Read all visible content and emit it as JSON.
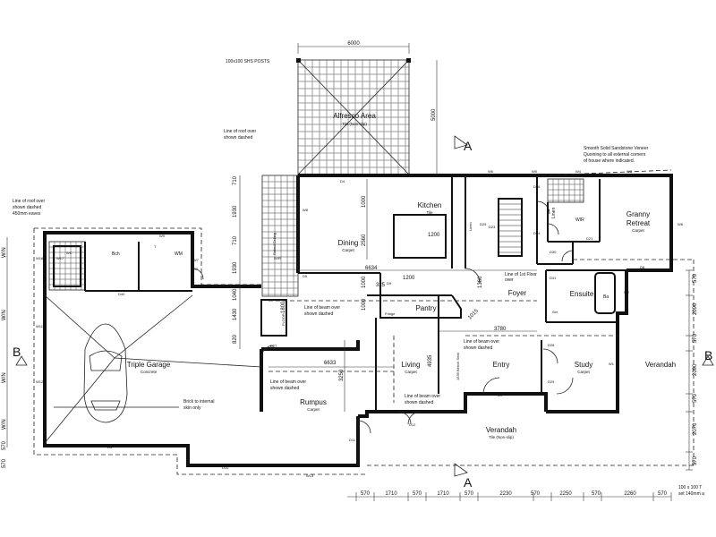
{
  "rooms": {
    "alfresco": {
      "name": "Alfresco Area",
      "finish": "Tile (Non-slip)"
    },
    "kitchen": {
      "name": "Kitchen",
      "finish": "Tile"
    },
    "dining": {
      "name": "Dining",
      "finish": "Carpet"
    },
    "granny": {
      "name1": "Granny",
      "name2": "Retreat",
      "finish": "Carpet"
    },
    "foyer": {
      "name": "Foyer"
    },
    "ensuite": {
      "name": "Ensuite"
    },
    "pantry": {
      "name": "Pantry"
    },
    "living": {
      "name": "Living",
      "finish": "Carpet"
    },
    "entry": {
      "name": "Entry"
    },
    "study": {
      "name": "Study",
      "finish": "Carpet"
    },
    "verandah_right": {
      "name": "Verandah"
    },
    "verandah_front": {
      "name": "Verandah",
      "finish": "Tile (Non-slip)"
    },
    "rumpus": {
      "name": "Rumpus",
      "finish": "Carpet"
    },
    "garage": {
      "name": "Triple Garage",
      "finish": "Concrete"
    },
    "wir": {
      "name": "WIR"
    },
    "linen": {
      "name": "Linen"
    },
    "bath": {
      "name": "Ba"
    },
    "bch": {
      "name": "Bch"
    },
    "wm": {
      "name": "WM"
    },
    "shr": {
      "name": "Shr"
    },
    "linen_kitchen": {
      "name": "Linen"
    }
  },
  "notes": {
    "posts": "100x100 SHS POSTS",
    "roof_over_1": "Line of roof over",
    "roof_over_2": "shown dashed",
    "eaves_1": "Line of roof over",
    "eaves_2": "shown dashed",
    "eaves_3": "450mm eaves",
    "beam_1a": "Line of beam over",
    "beam_1b": "shown dashed",
    "beam_2a": "Line of beam over",
    "beam_2b": "shown dashed",
    "beam_3a": "Line of beam over",
    "beam_3b": "shown dashed",
    "beam_4a": "Line of beam over",
    "beam_4b": "shown dashed",
    "brick_1": "Brick to internal",
    "brick_2": "skin only",
    "veneer_1": "Smooth Solid Sandstone Veneer",
    "veneer_2": "Quoining to all external corners",
    "veneer_3": "of house where indicated.",
    "fire_1": "Line of 1st Floor",
    "fire_2": "over",
    "posts_br_1": "100 x 100 T",
    "posts_br_2": "set 140mm a",
    "raked": "Raked Ceiling",
    "floor": "FLOOR",
    "fridge": "Fridge",
    "bench_seat": "1539 Bench Seat"
  },
  "sections": {
    "a_top": "A",
    "a_bottom": "A",
    "b_left": "B",
    "b_right": "B"
  },
  "dims": {
    "top": "6000",
    "alfresco_v": "5000",
    "d_710a": "710",
    "d_1930a": "1930",
    "d_710b": "710",
    "d_1930b": "1930",
    "d_1040": "1040",
    "d_1430": "1430",
    "d_820": "820",
    "d_1000a": "1000",
    "d_1200": "1200",
    "d_1200b": "1200",
    "d_6634": "6634",
    "d_1000b": "1000",
    "d_325": "325",
    "d_1360": "1360",
    "d_1015": "1015",
    "d_3780": "3780",
    "d_1000c": "1000",
    "d_4935": "4935",
    "d_6633": "6633",
    "d_3250": "3250",
    "d_2560": "2560",
    "d_1800": "1800",
    "r_570a": "570",
    "r_2090": "2090",
    "r_570b": "570",
    "r_2090b": "2090",
    "r_570c": "570",
    "r_2070": "2070",
    "r_570d": "570",
    "bottom": [
      "570",
      "1710",
      "570",
      "1710",
      "570",
      "2230",
      "570",
      "2250",
      "570",
      "2260",
      "570"
    ],
    "left_wn": [
      "W/N",
      "W/N",
      "W/N",
      "W/N"
    ],
    "left_570": [
      "570",
      "570"
    ]
  },
  "codes": {
    "W8": "W8",
    "W9": "W9",
    "W6": "W6",
    "W5": "W5",
    "W4": "W4",
    "W3": "W3",
    "W2": "W2",
    "W1": "W1",
    "W7": "W7",
    "W10": "W10",
    "W11": "W11",
    "W12": "W12",
    "W13": "W13",
    "W16": "W16",
    "W17": "W17",
    "W8r": "W8",
    "D4": "D4",
    "D5": "D5",
    "D6": "D6",
    "D7": "D7",
    "D3": "D3",
    "D1": "D1",
    "D2": "D2",
    "D10": "D10",
    "D11": "D11",
    "D12": "D12",
    "D21": "D21",
    "D24": "D24",
    "D25": "D25",
    "D26": "D26",
    "D27": "D27",
    "D28": "D28",
    "D29": "D29",
    "D30": "D30",
    "D31": "D31",
    "D40": "D40",
    "D8": "D8",
    "D9": "D9",
    "D23": "D23",
    "T": "T",
    "WC": "WC",
    "WR": "W/R"
  }
}
